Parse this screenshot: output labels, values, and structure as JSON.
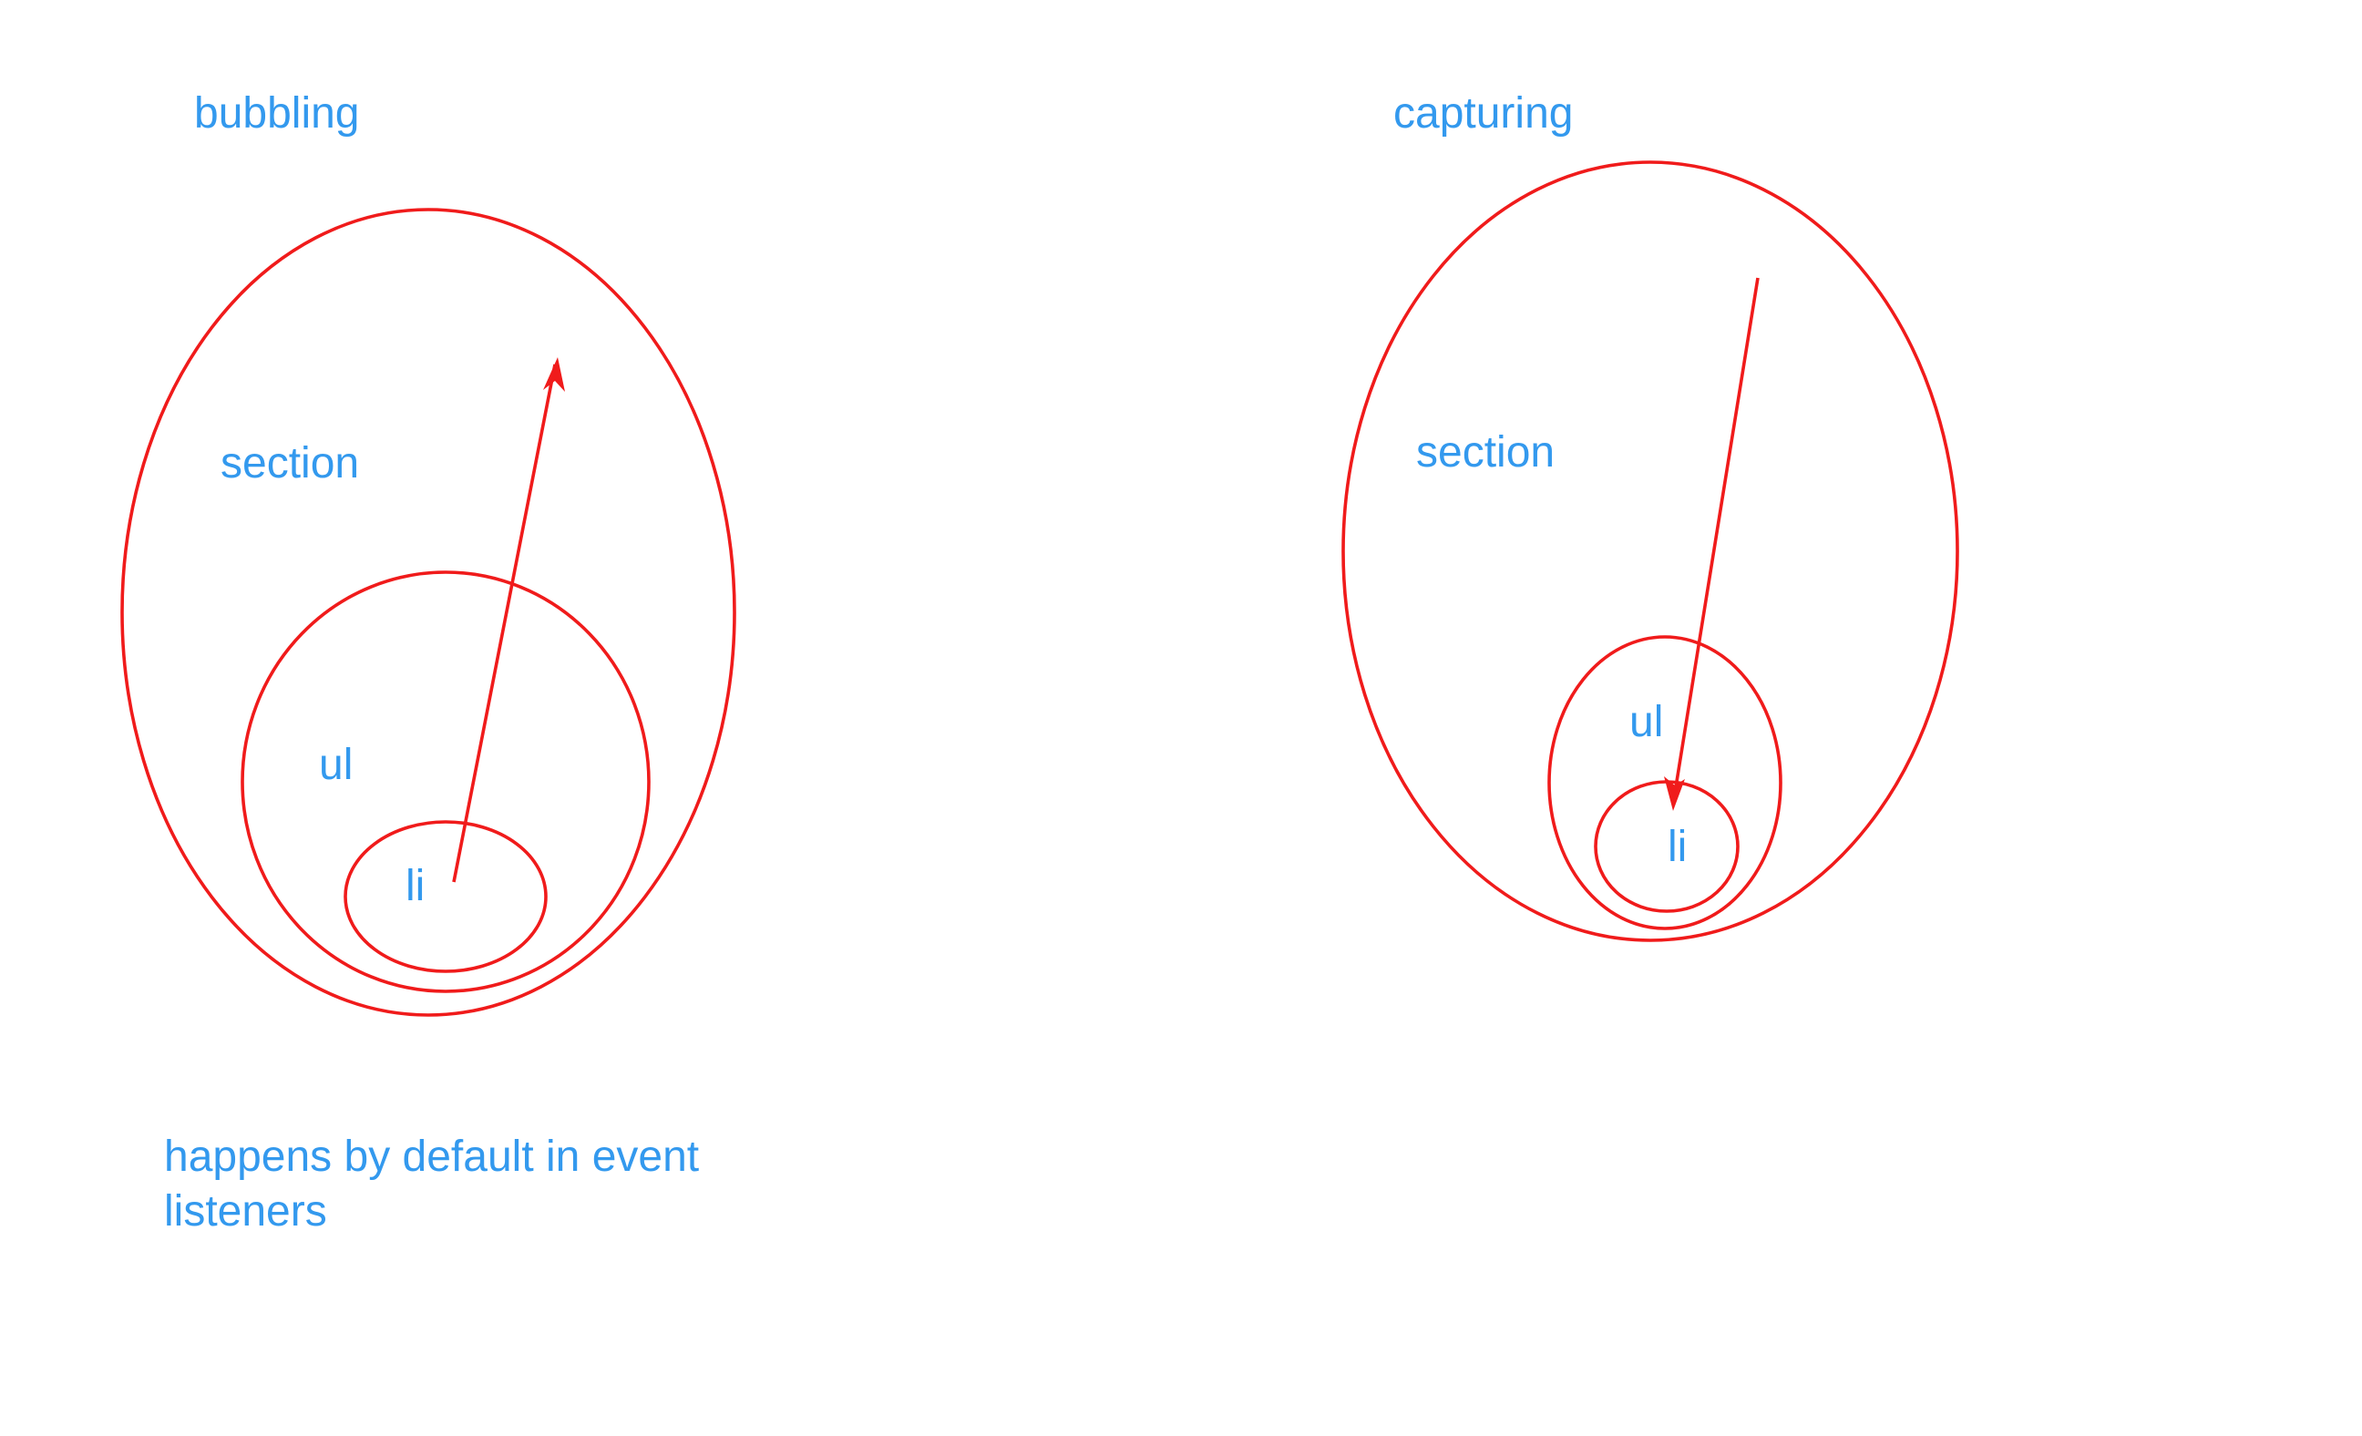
{
  "colors": {
    "outline": "#f01b1b",
    "text": "#3399ee",
    "background": "#ffffff"
  },
  "bubbling": {
    "title": "bubbling",
    "outer_label": "section",
    "middle_label": "ul",
    "inner_label": "li",
    "note_line1": "happens by default in event",
    "note_line2": "listeners",
    "arrow_direction": "up"
  },
  "capturing": {
    "title": "capturing",
    "outer_label": "section",
    "middle_label": "ul",
    "inner_label": "li",
    "arrow_direction": "down"
  }
}
